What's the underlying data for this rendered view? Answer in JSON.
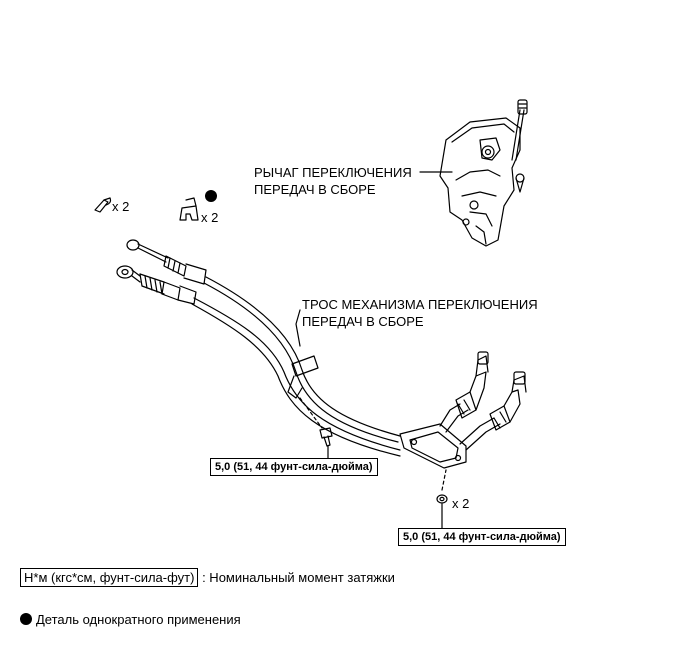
{
  "labels": {
    "shift_lever": [
      "РЫЧАГ ПЕРЕКЛЮЧЕНИЯ",
      "ПЕРЕДАЧ В СБОРЕ"
    ],
    "shift_cable": [
      "ТРОС МЕХАНИЗМА ПЕРЕКЛЮЧЕНИЯ",
      "ПЕРЕДАЧ В СБОРЕ"
    ]
  },
  "quantities": {
    "pin": "x 2",
    "clip": "x 2",
    "nut": "x 2"
  },
  "torques": {
    "bolt": "5,0 (51, 44 фунт-сила-дюйма)",
    "nuts": "5,0 (51, 44 фунт-сила-дюйма)"
  },
  "legend": {
    "torque_key": "Н*м (кгс*см, фунт-сила-фут)",
    "torque_desc": ": Номинальный момент затяжки",
    "nonreusable_desc": "Деталь однократного применения"
  }
}
